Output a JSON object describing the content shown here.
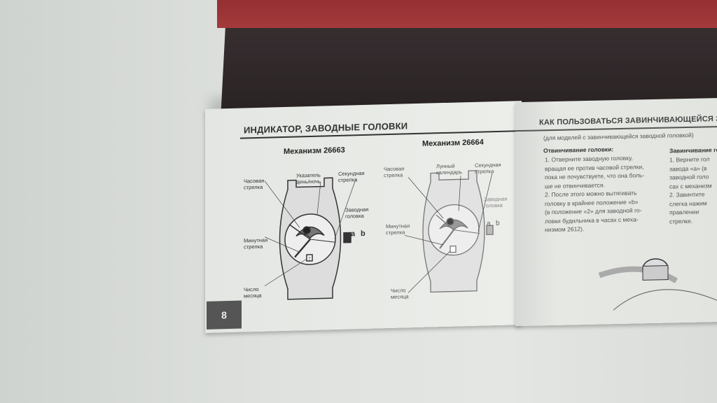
{
  "left_page": {
    "title": "ИНДИКАТОР, ЗАВОДНЫЕ ГОЛОВКИ",
    "page_number": "8",
    "watch1": {
      "title": "Механизм 26663",
      "labels": {
        "hour": "Часовая стрелка",
        "daynight": "Указатель день/ночь",
        "second": "Секундная стрелка",
        "crown": "Заводная головка",
        "minute": "Минутная стрелка",
        "date": "Число месяца",
        "a": "a",
        "b": "b",
        "date_value": "7"
      }
    },
    "watch2": {
      "title": "Механизм 26664",
      "labels": {
        "hour": "Часовая стрелка",
        "moon": "Лунный календарь",
        "second": "Секундная стрелка",
        "crown": "Заводная головка",
        "minute": "Минутная стрелка",
        "date": "Число месяца",
        "a": "a",
        "b": "b"
      }
    }
  },
  "right_page": {
    "title": "КАК ПОЛЬЗОВАТЬСЯ ЗАВИНЧИВАЮЩЕЙСЯ ЗАВОД",
    "subtitle": "(для моделей с завинчивающейся заводной головкой)",
    "col1_heading": "Отвинчивание головки:",
    "col1_lines": [
      "1. Отверните заводную головку,",
      "вращая ее против часовой стрелки,",
      "пока не почувствуете, что она боль-",
      "ше не отвинчивается.",
      "2. После этого можно вытягивать",
      "головку в крайнее положение «b»",
      "(в положение «2» для заводной го-",
      "ловки будильника в часах с меха-",
      "низмом 2612)."
    ],
    "col2_heading": "Завинчивание го",
    "col2_lines": [
      "1. Верните гол",
      "завода «a» (в",
      "заводной голо",
      "сах с механизм",
      "2. Завинтите",
      "слегка нажим",
      "правлении",
      "стрелке."
    ]
  }
}
